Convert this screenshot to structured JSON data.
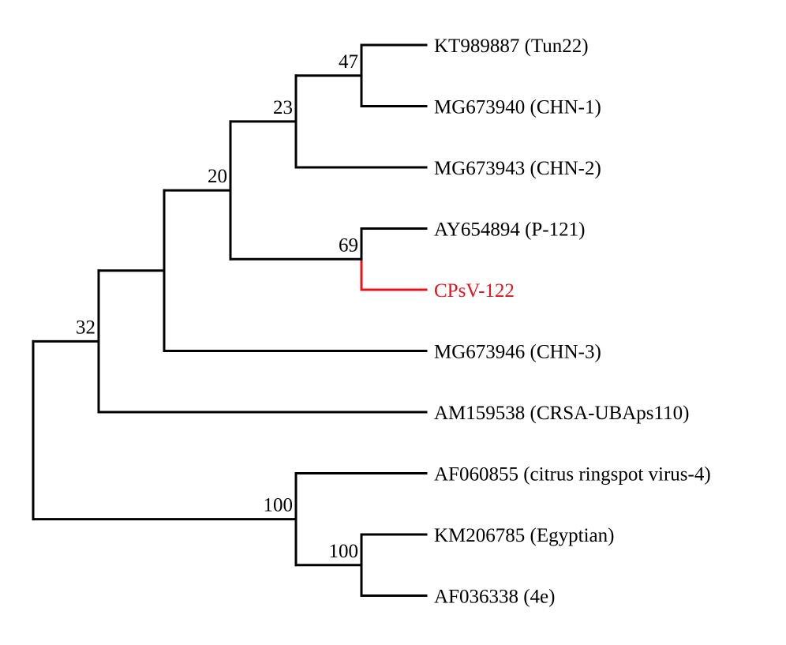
{
  "tree": {
    "highlight_color": "#e8141c",
    "line_color": "#000000",
    "leaves": [
      {
        "id": "L1",
        "label": "KT989887 (Tun22)"
      },
      {
        "id": "L2",
        "label": "MG673940 (CHN-1)"
      },
      {
        "id": "L3",
        "label": "MG673943 (CHN-2)"
      },
      {
        "id": "L4",
        "label": "AY654894 (P-121)"
      },
      {
        "id": "L5",
        "label": "CPsV-122",
        "highlight": true
      },
      {
        "id": "L6",
        "label": "MG673946 (CHN-3)"
      },
      {
        "id": "L7",
        "label": "AM159538 (CRSA-UBAps110)"
      },
      {
        "id": "L8",
        "label": "AF060855 (citrus ringspot virus-4)"
      },
      {
        "id": "L9",
        "label": "KM206785 (Egyptian)"
      },
      {
        "id": "L10",
        "label": "AF036338 (4e)"
      }
    ],
    "clades": [
      {
        "id": "n47",
        "support": "47",
        "children": [
          "L1",
          "L2"
        ]
      },
      {
        "id": "n23",
        "support": "23",
        "children": [
          "n47",
          "L3"
        ]
      },
      {
        "id": "n69",
        "support": "69",
        "children": [
          "L4",
          "L5"
        ]
      },
      {
        "id": "n20",
        "support": "20",
        "children": [
          "n23",
          "n69"
        ]
      },
      {
        "id": "n32a",
        "support": "",
        "children": [
          "n20",
          "L6"
        ]
      },
      {
        "id": "n32",
        "support": "32",
        "children": [
          "n32a",
          "L7"
        ]
      },
      {
        "id": "n100b",
        "support": "100",
        "children": [
          "L9",
          "L10"
        ]
      },
      {
        "id": "n100a",
        "support": "100",
        "children": [
          "L8",
          "n100b"
        ]
      },
      {
        "id": "root",
        "support": "",
        "children": [
          "n32",
          "n100a"
        ]
      }
    ]
  }
}
